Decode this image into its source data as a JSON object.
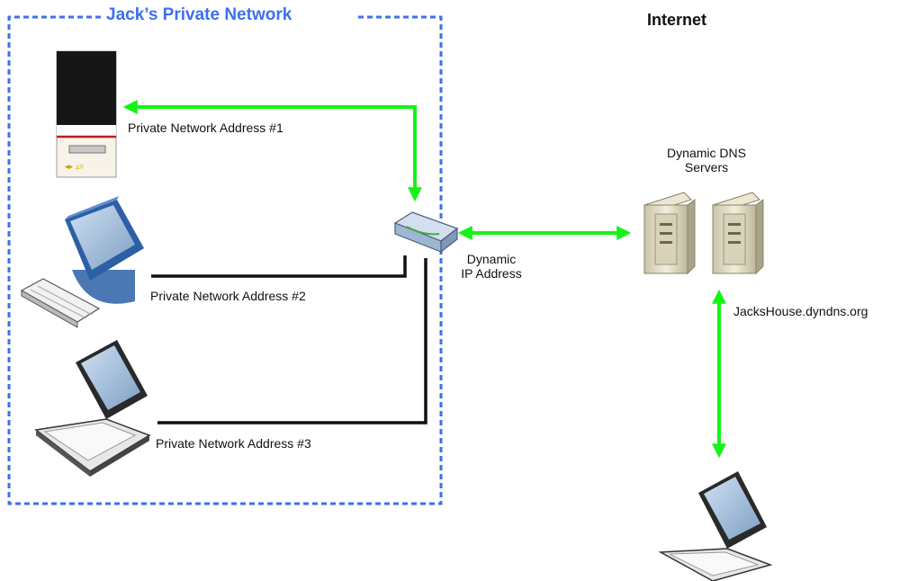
{
  "private_network": {
    "title": "Jack’s Private Network",
    "border_color": "#3d6ff0",
    "devices": [
      {
        "name": "storage-device",
        "label": "Private Network Address #1"
      },
      {
        "name": "desktop-pc",
        "label": "Private Network Address #2"
      },
      {
        "name": "laptop",
        "label": "Private Network Address #3"
      }
    ],
    "router": {
      "label_line1": "Dynamic",
      "label_line2": "IP Address"
    }
  },
  "internet": {
    "title": "Internet",
    "dns_servers": {
      "label_line1": "Dynamic DNS",
      "label_line2": "Servers"
    },
    "hostname": "JacksHouse.dyndns.org",
    "remote_device": "laptop"
  },
  "colors": {
    "link_green": "#16f316",
    "wired_line": "#111111",
    "title_blue": "#3d6ff0"
  },
  "icons": [
    "nas-icon",
    "desktop-computer-icon",
    "keyboard-icon",
    "laptop-icon",
    "router-icon",
    "server-tower-icon"
  ]
}
